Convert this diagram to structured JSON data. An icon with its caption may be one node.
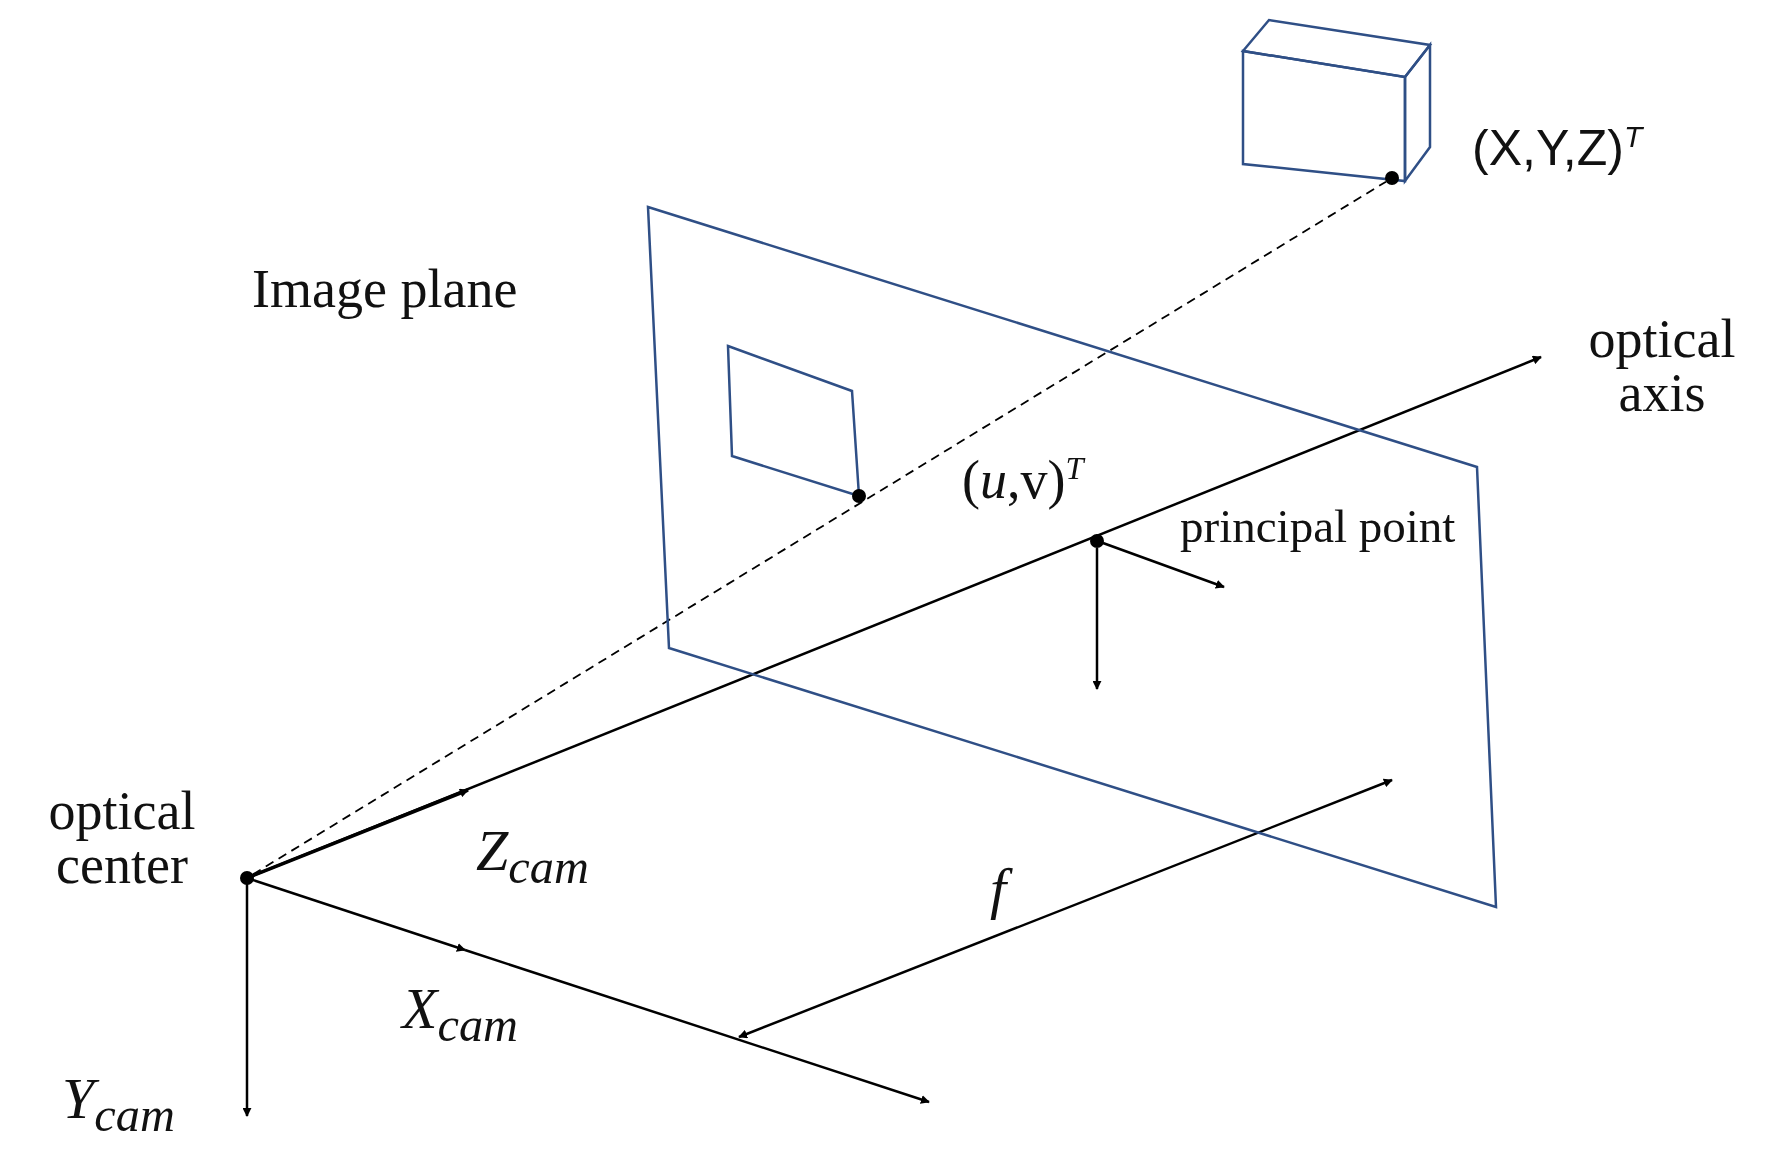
{
  "diagram": {
    "nodes": [
      {
        "text": [
          "Image plane"
        ]
      },
      {
        "text": [],
        "shape": "box",
        "in": 0
      },
      {
        "text": [],
        "shape": "box"
      },
      {
        "text": [],
        "shape": "circle"
      },
      {
        "text": [],
        "shape": "circle",
        "beside": [
          "optical center"
        ]
      },
      {
        "text": [],
        "shape": "circle",
        "in": 0
      },
      {
        "text": [],
        "shape": "circle",
        "in": 0,
        "beside": [
          "(*u*,v)$^{T}$",
          "principal point"
        ]
      }
    ],
    "edges": [
      {
        "from": 4,
        "to": 3,
        "arrow": "none",
        "style": "dashed"
      },
      {
        "from": 4,
        "to": null,
        "arrow": "to"
      }
    ],
    "labels": [
      "(X,Y,Z)$^{T}$",
      "optical axis",
      "Z$_{cam}$",
      "X$_{cam}$",
      "Y$_{cam}$",
      "f"
    ]
  }
}
